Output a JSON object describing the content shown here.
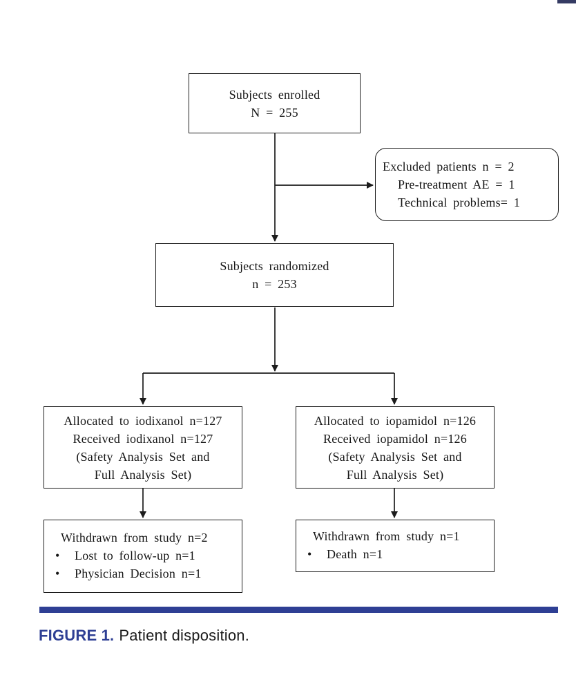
{
  "page": {
    "background": "#ffffff"
  },
  "decoration": {
    "corner_strip_color": "#353b63",
    "divider_color": "#2e3f94",
    "flow_line_color": "#1c1c1c"
  },
  "glyphs": {
    "bullet": "•"
  },
  "flowchart": {
    "enrolled": {
      "lines": [
        "Subjects enrolled",
        "N = 255"
      ]
    },
    "excluded": {
      "lines": [
        "Excluded patients n = 2",
        "Pre-treatment AE = 1",
        "Technical problems= 1"
      ]
    },
    "randomized": {
      "lines": [
        "Subjects randomized",
        "n = 253"
      ]
    },
    "allocated_iodixanol": {
      "lines": [
        "Allocated to iodixanol n=127",
        "Received iodixanol n=127",
        "(Safety Analysis Set and",
        "Full Analysis Set)"
      ]
    },
    "allocated_iopamidol": {
      "lines": [
        "Allocated to iopamidol n=126",
        "Received iopamidol n=126",
        "(Safety Analysis Set and",
        "Full Analysis Set)"
      ]
    },
    "withdrawn_iodixanol": {
      "title": "Withdrawn from study n=2",
      "bullets": [
        "Lost to follow-up n=1",
        "Physician Decision n=1"
      ]
    },
    "withdrawn_iopamidol": {
      "title": "Withdrawn from study n=1",
      "bullets": [
        "Death n=1"
      ]
    }
  },
  "caption": {
    "label": "FIGURE 1.",
    "text": "Patient disposition."
  }
}
